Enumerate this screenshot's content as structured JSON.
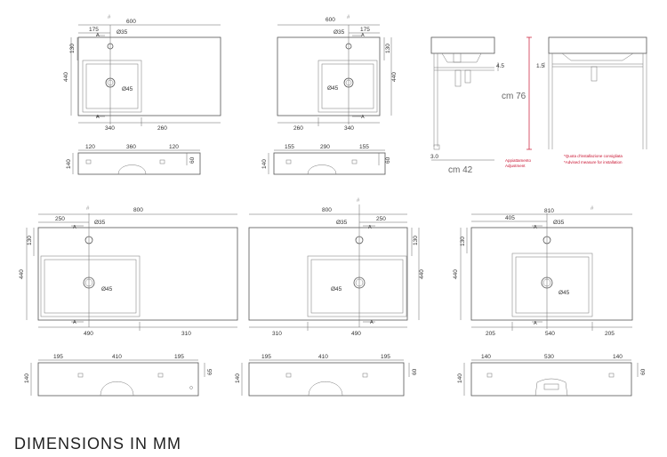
{
  "caption": "DIMENSIONS IN MM",
  "views": [
    {
      "id": "basin-600-left",
      "top": {
        "total": "600",
        "hole_offset": "175",
        "hole_dia": "Ø35",
        "drain_dia": "Ø45",
        "depth": "440",
        "hole_depth": "130",
        "bowl_w": "340",
        "right_w": "260",
        "section": "A",
        "hash": "#"
      },
      "front": {
        "d1": "120",
        "d2": "360",
        "d3": "120",
        "height": "140",
        "rim": "60"
      }
    },
    {
      "id": "basin-600-right",
      "top": {
        "total": "600",
        "hole_offset": "175",
        "hole_dia": "Ø35",
        "drain_dia": "Ø45",
        "depth": "440",
        "hole_depth": "130",
        "left_w": "260",
        "bowl_w": "340",
        "section": "A",
        "hash": "#"
      },
      "front": {
        "d1": "155",
        "d2": "290",
        "d3": "155",
        "height": "140",
        "rim": "60"
      }
    },
    {
      "id": "basin-800-left",
      "top": {
        "total": "800",
        "hole_offset": "250",
        "hole_dia": "Ø35",
        "drain_dia": "Ø45",
        "depth": "440",
        "hole_depth": "130",
        "bowl_w": "490",
        "right_w": "310",
        "section": "A",
        "hash": "#"
      },
      "front": {
        "d1": "195",
        "d2": "410",
        "d3": "195",
        "height": "140",
        "rim": "65"
      }
    },
    {
      "id": "basin-800-right",
      "top": {
        "total": "800",
        "hole_offset": "250",
        "hole_dia": "Ø35",
        "drain_dia": "Ø45",
        "depth": "440",
        "hole_depth": "130",
        "left_w": "310",
        "bowl_w": "490",
        "section": "A",
        "hash": "#"
      },
      "front": {
        "d1": "195",
        "d2": "410",
        "d3": "195",
        "height": "140",
        "rim": "60"
      }
    },
    {
      "id": "basin-810-center",
      "top": {
        "total": "810",
        "hole_offset": "405",
        "hole_dia": "Ø35",
        "drain_dia": "Ø45",
        "depth": "440",
        "hole_depth": "130",
        "left_w": "205",
        "bowl_w": "540",
        "right_w": "205",
        "section": "A",
        "hash": "#"
      },
      "front": {
        "d1": "140",
        "d2": "530",
        "d3": "140",
        "height": "140",
        "rim": "60"
      }
    }
  ],
  "stand": {
    "height": "cm 76",
    "width": "cm 42",
    "step": "4.5",
    "step_r": "1.5",
    "foot": "3.0",
    "adjust_it": "Appiattamento",
    "adjust_en": "Adjustment",
    "note_it": "*Quota d'installazione consigliata",
    "note_en": "*Advised measure for installation"
  }
}
